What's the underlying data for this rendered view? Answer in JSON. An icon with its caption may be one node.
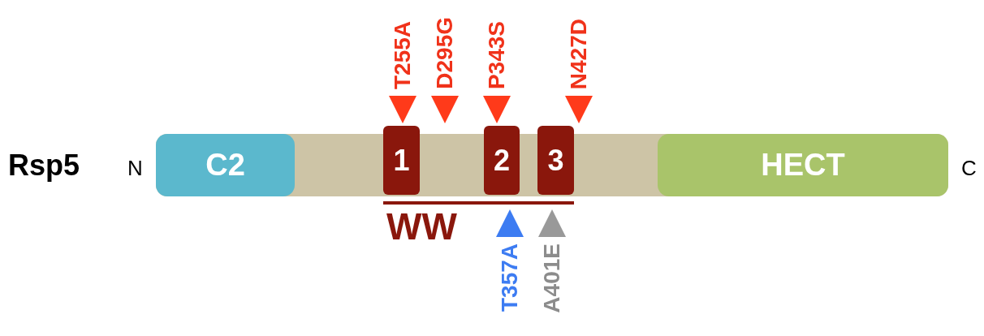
{
  "diagram": {
    "nodes": [
      {
        "text": [],
        "shape": "bar"
      },
      {
        "text": [
          "C2"
        ],
        "in": 0
      },
      {
        "text": [
          "1"
        ],
        "in": 0
      },
      {
        "text": [
          "2"
        ],
        "in": 0
      },
      {
        "text": [
          "3"
        ],
        "in": 0
      },
      {
        "text": [
          "HECT"
        ],
        "in": 0
      }
    ],
    "edges": [],
    "labels": [
      "T255A",
      "D295G",
      "P343S",
      "N427D",
      "Rsp5",
      "N",
      "C",
      "WW",
      "T357A",
      "A401E"
    ]
  }
}
